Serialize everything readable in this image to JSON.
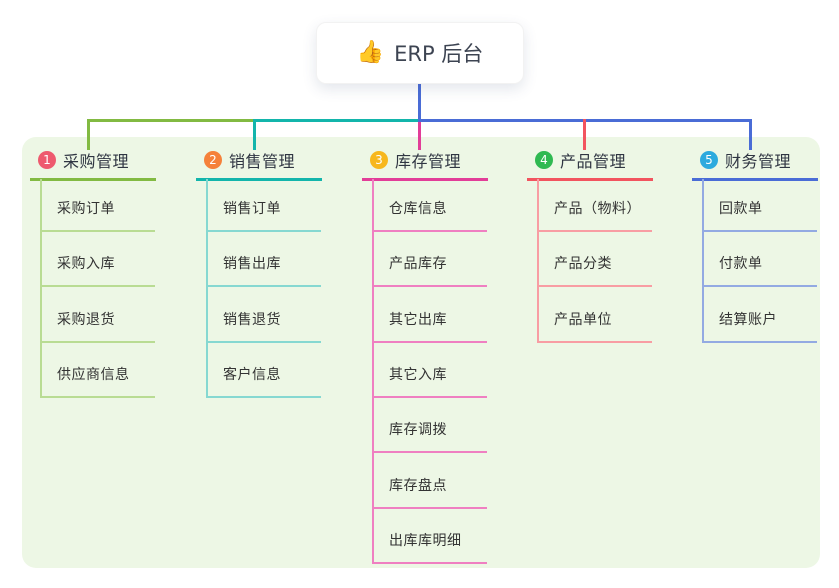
{
  "root": {
    "label": "ERP 后台",
    "icon": "thumbs-up",
    "icon_glyph": "👍"
  },
  "branches": [
    {
      "num": "1",
      "title": "采购管理",
      "badge_color": "#ee5a6e",
      "line_color": "#82ba42",
      "child_line_color": "#b9dc93",
      "children": [
        "采购订单",
        "采购入库",
        "采购退货",
        "供应商信息"
      ]
    },
    {
      "num": "2",
      "title": "销售管理",
      "badge_color": "#f5813a",
      "line_color": "#13b5ab",
      "child_line_color": "#86d8d1",
      "children": [
        "销售订单",
        "销售出库",
        "销售退货",
        "客户信息"
      ]
    },
    {
      "num": "3",
      "title": "库存管理",
      "badge_color": "#f7b71d",
      "line_color": "#e23d98",
      "child_line_color": "#ef7fc1",
      "children": [
        "仓库信息",
        "产品库存",
        "其它出库",
        "其它入库",
        "库存调拨",
        "库存盘点",
        "出库库明细"
      ]
    },
    {
      "num": "4",
      "title": "产品管理",
      "badge_color": "#2fb951",
      "line_color": "#f2545f",
      "child_line_color": "#f89da3",
      "children": [
        "产品（物料）",
        "产品分类",
        "产品单位"
      ]
    },
    {
      "num": "5",
      "title": "财务管理",
      "badge_color": "#2caade",
      "line_color": "#4a6cd6",
      "child_line_color": "#93aae2",
      "children": [
        "回款单",
        "付款单",
        "结算账户"
      ]
    }
  ],
  "colors": {
    "panel_bg": "#edf7e5",
    "root_connector": "#4a6cd6",
    "text": "#333333",
    "title_text": "#2f3542"
  }
}
